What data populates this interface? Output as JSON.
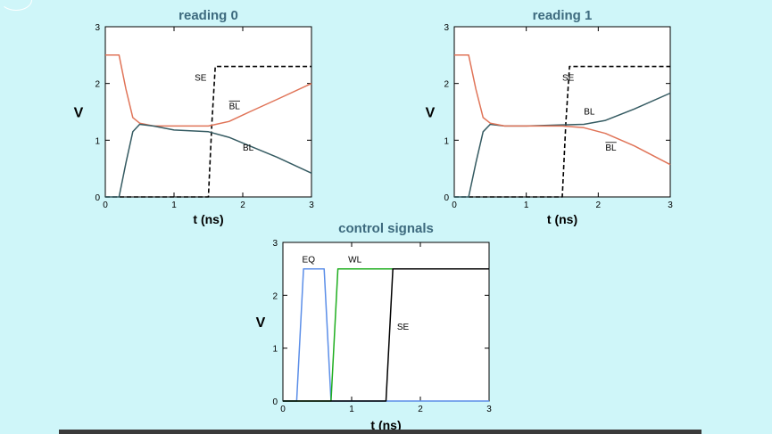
{
  "chart_data": [
    {
      "type": "line",
      "title": "reading 0",
      "xlabel": "t (ns)",
      "ylabel": "V",
      "xlim": [
        0,
        3
      ],
      "ylim": [
        0,
        3
      ],
      "xticks": [
        "0",
        "1",
        "2",
        "3"
      ],
      "yticks": [
        "0",
        "1",
        "2",
        "3"
      ],
      "series": [
        {
          "name": "SE",
          "color": "#000000",
          "style": "dashed",
          "x": [
            0,
            1.5,
            1.55,
            1.6,
            3.0
          ],
          "y": [
            0,
            0,
            1.3,
            2.3,
            2.3
          ]
        },
        {
          "name": "BL",
          "color": "#e07458",
          "style": "solid",
          "overline": true,
          "x": [
            0,
            0.2,
            0.3,
            0.4,
            0.5,
            0.7,
            1.0,
            1.5,
            1.8,
            2.1,
            2.5,
            3.0
          ],
          "y": [
            2.5,
            2.5,
            1.9,
            1.4,
            1.3,
            1.25,
            1.25,
            1.25,
            1.33,
            1.5,
            1.72,
            2.0
          ]
        },
        {
          "name": "BL",
          "color": "#355b62",
          "style": "solid",
          "x": [
            0,
            0.2,
            0.3,
            0.4,
            0.5,
            0.7,
            1.0,
            1.5,
            1.8,
            2.1,
            2.5,
            3.0
          ],
          "y": [
            0,
            0,
            0.6,
            1.15,
            1.28,
            1.25,
            1.18,
            1.15,
            1.05,
            0.9,
            0.7,
            0.42
          ]
        }
      ],
      "annotations": [
        {
          "text": "SE",
          "x": 1.3,
          "y": 2.05
        },
        {
          "text": "BL",
          "x": 1.8,
          "y": 1.55,
          "overline": true
        },
        {
          "text": "BL",
          "x": 2.0,
          "y": 0.82
        }
      ]
    },
    {
      "type": "line",
      "title": "reading 1",
      "xlabel": "t (ns)",
      "ylabel": "V",
      "xlim": [
        0,
        3
      ],
      "ylim": [
        0,
        3
      ],
      "xticks": [
        "0",
        "1",
        "2",
        "3"
      ],
      "yticks": [
        "0",
        "1",
        "2",
        "3"
      ],
      "series": [
        {
          "name": "SE",
          "color": "#000000",
          "style": "dashed",
          "x": [
            0,
            1.5,
            1.55,
            1.6,
            3.0
          ],
          "y": [
            0,
            0,
            1.3,
            2.3,
            2.3
          ]
        },
        {
          "name": "BL",
          "color": "#355b62",
          "style": "solid",
          "x": [
            0,
            0.2,
            0.3,
            0.4,
            0.5,
            0.7,
            1.0,
            1.5,
            1.8,
            2.1,
            2.5,
            3.0
          ],
          "y": [
            0,
            0,
            0.6,
            1.15,
            1.28,
            1.25,
            1.25,
            1.27,
            1.28,
            1.35,
            1.55,
            1.83
          ]
        },
        {
          "name": "BL",
          "color": "#e07458",
          "style": "solid",
          "overline": true,
          "x": [
            0,
            0.2,
            0.3,
            0.4,
            0.5,
            0.7,
            1.0,
            1.5,
            1.8,
            2.1,
            2.5,
            3.0
          ],
          "y": [
            2.5,
            2.5,
            1.9,
            1.4,
            1.3,
            1.25,
            1.25,
            1.25,
            1.22,
            1.12,
            0.9,
            0.57
          ]
        }
      ],
      "annotations": [
        {
          "text": "SE",
          "x": 1.5,
          "y": 2.05
        },
        {
          "text": "BL",
          "x": 1.8,
          "y": 1.45
        },
        {
          "text": "BL",
          "x": 2.1,
          "y": 0.82,
          "overline": true
        }
      ]
    },
    {
      "type": "line",
      "title": "control signals",
      "xlabel": "t (ns)",
      "ylabel": "V",
      "xlim": [
        0,
        3
      ],
      "ylim": [
        0,
        3
      ],
      "xticks": [
        "0",
        "1",
        "2",
        "3"
      ],
      "yticks": [
        "0",
        "1",
        "2",
        "3"
      ],
      "series": [
        {
          "name": "EQ",
          "color": "#5b8ee8",
          "style": "solid",
          "x": [
            0,
            0.2,
            0.3,
            0.6,
            0.7,
            3.0
          ],
          "y": [
            0,
            0,
            2.5,
            2.5,
            0,
            0
          ]
        },
        {
          "name": "WL",
          "color": "#1fae1f",
          "style": "solid",
          "x": [
            0,
            0.7,
            0.8,
            3.0
          ],
          "y": [
            0,
            0,
            2.5,
            2.5
          ]
        },
        {
          "name": "SE",
          "color": "#000000",
          "style": "solid",
          "x": [
            0,
            1.5,
            1.6,
            3.0
          ],
          "y": [
            0,
            0,
            2.5,
            2.5
          ]
        }
      ],
      "annotations": [
        {
          "text": "EQ",
          "x": 0.28,
          "y": 2.62
        },
        {
          "text": "WL",
          "x": 0.95,
          "y": 2.62
        },
        {
          "text": "SE",
          "x": 1.66,
          "y": 1.35
        }
      ]
    }
  ]
}
